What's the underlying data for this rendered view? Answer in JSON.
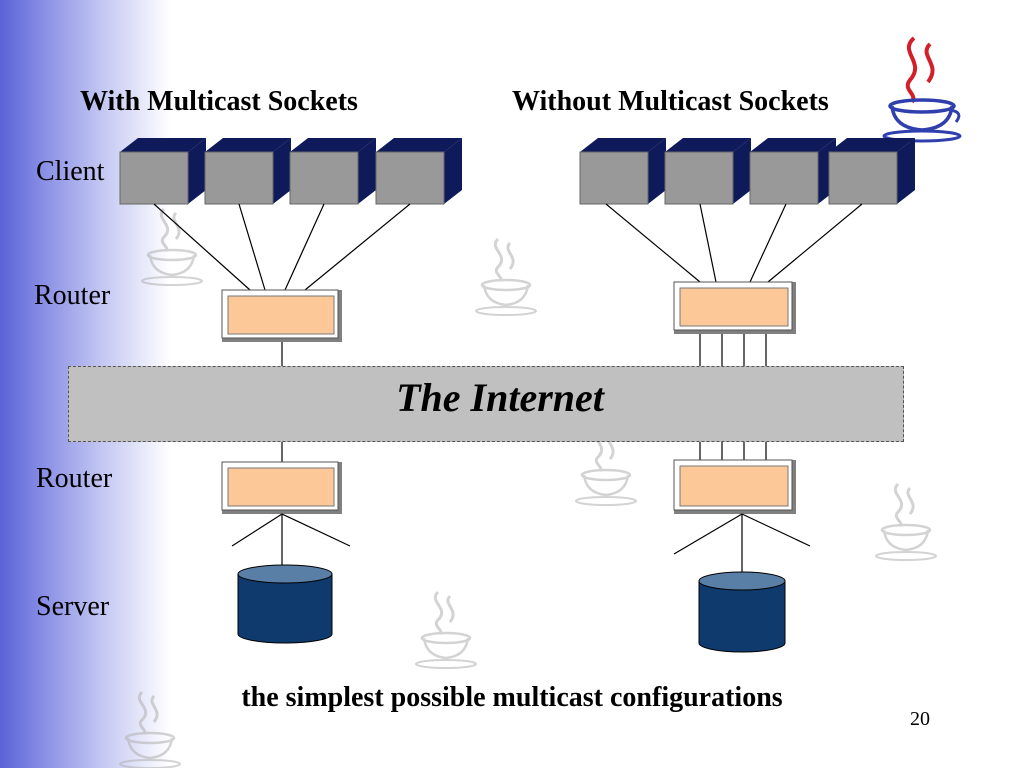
{
  "headings": {
    "with": "With Multicast Sockets",
    "without": "Without Multicast Sockets"
  },
  "labels": {
    "client": "Client",
    "router_top": "Router",
    "router_bottom": "Router",
    "server": "Server"
  },
  "internet": "The Internet",
  "caption": "the simplest possible multicast configurations",
  "page_number": "20",
  "colors": {
    "side_band": "#5a62d8",
    "client_front": "#999999",
    "client_side": "#0e1a5a",
    "router_fill": "#fcc898",
    "server_fill": "#0f3a6e",
    "server_top": "#5a7fa6",
    "internet_band": "#c0c0c0"
  },
  "icons": {
    "logo": "java-coffee-cup-icon",
    "watermark": "java-coffee-cup-icon"
  }
}
